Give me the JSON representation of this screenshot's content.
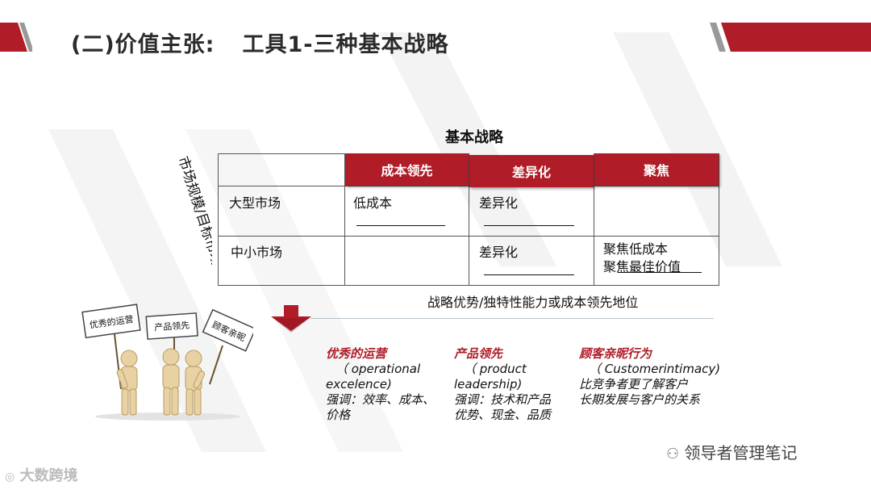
{
  "title": {
    "prefix": "(二)价值主张:",
    "main": "工具1-三种基本战略"
  },
  "table": {
    "heading": "基本战略",
    "row_axis_label": "市场规模/目标市场",
    "columns": [
      "成本领先",
      "差异化",
      "聚焦"
    ],
    "rows": [
      {
        "label": "大型市场",
        "cells": [
          "低成本",
          "差异化",
          ""
        ]
      },
      {
        "label": "中小市场",
        "cells": [
          "",
          "差异化",
          "聚焦低成本"
        ]
      }
    ],
    "extra_cell_line": "聚焦最佳价值"
  },
  "strategy_note": "战略优势/独特性能力或成本领先地位",
  "signs": [
    "优秀的运营",
    "产品领先",
    "顾客亲昵"
  ],
  "pillars": [
    {
      "heading": "优秀的运营",
      "lines": [
        "（ operational",
        "excelence)",
        "强调：效率、成本、",
        "价格"
      ]
    },
    {
      "heading": "产品领先",
      "lines": [
        "（ product",
        "leadership)",
        "强调：技术和产品",
        "优势、现金、品质"
      ]
    },
    {
      "heading": "顾客亲昵行为",
      "lines": [
        "（ Customerintimacy)",
        "比竞争者更了解客户",
        "长期发展与客户的关系"
      ]
    }
  ],
  "footer": {
    "brand": "领导者管理笔记",
    "logo": "大数跨境"
  },
  "colors": {
    "accent": "#b01c27",
    "text": "#111111"
  }
}
